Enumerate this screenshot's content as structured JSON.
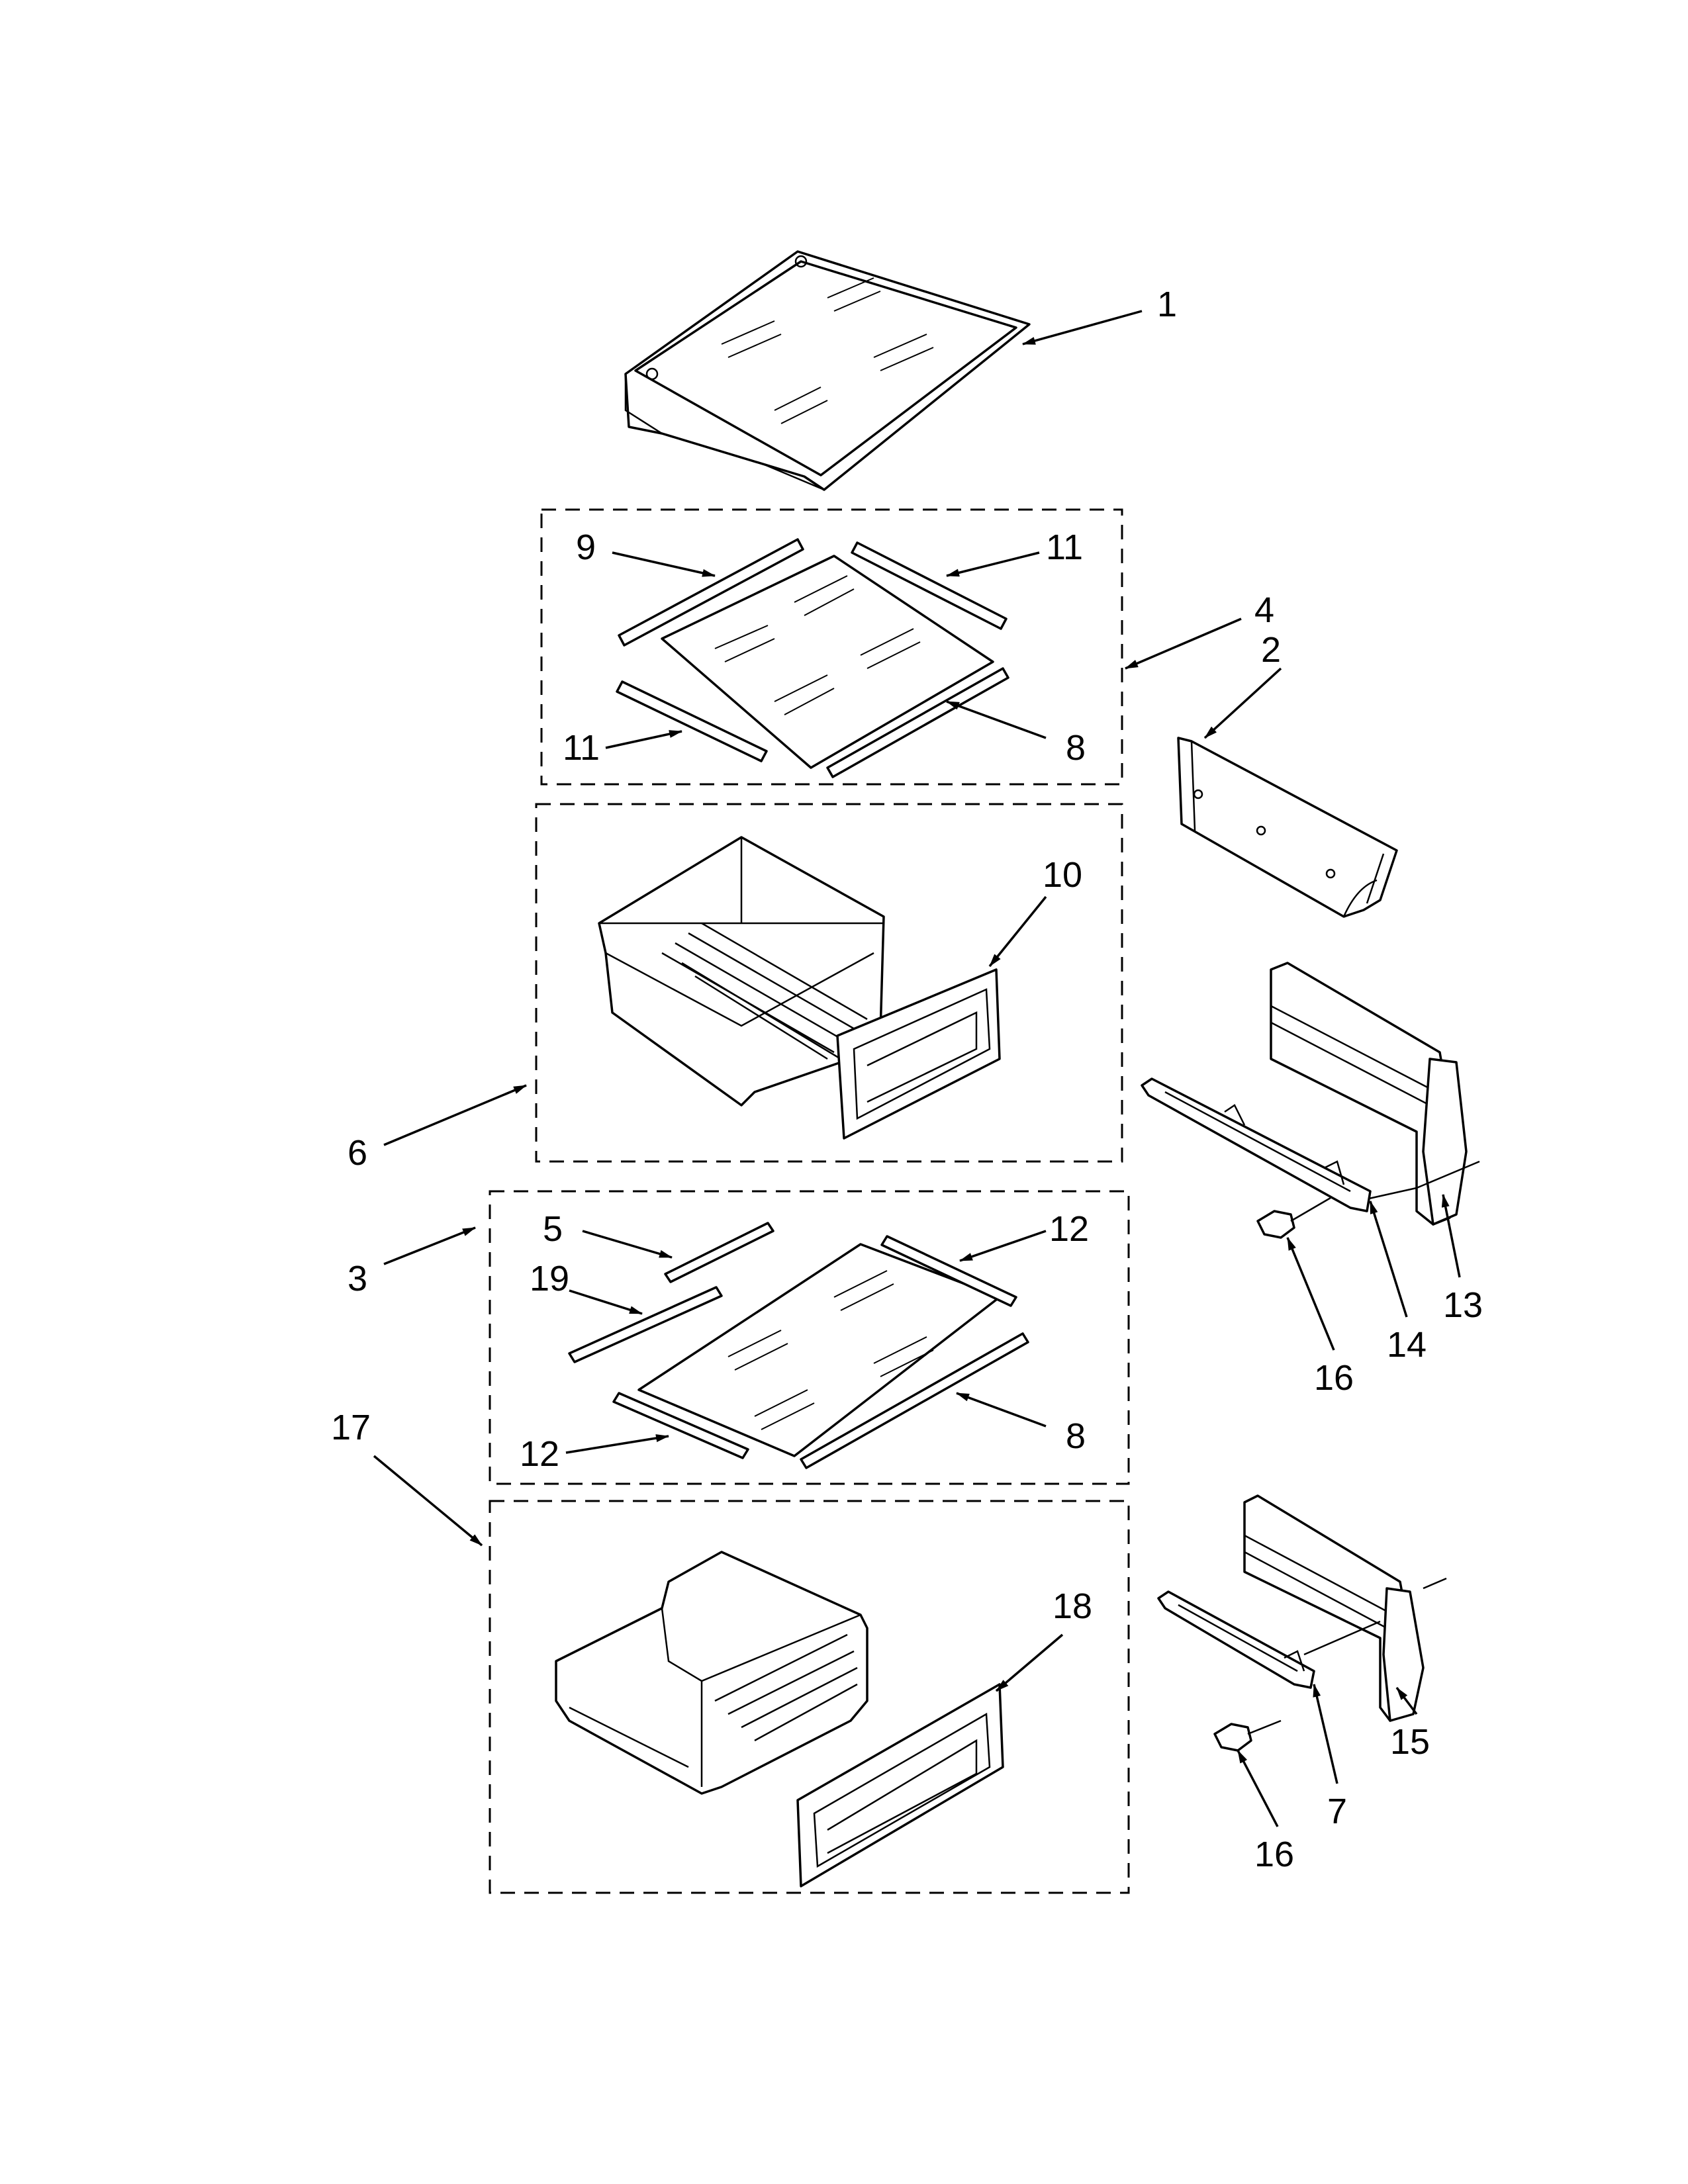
{
  "callouts": [
    "1",
    "2",
    "3",
    "4",
    "5",
    "6",
    "7",
    "8",
    "8",
    "9",
    "10",
    "11",
    "11",
    "12",
    "12",
    "13",
    "14",
    "15",
    "16",
    "16",
    "17",
    "18",
    "19"
  ]
}
